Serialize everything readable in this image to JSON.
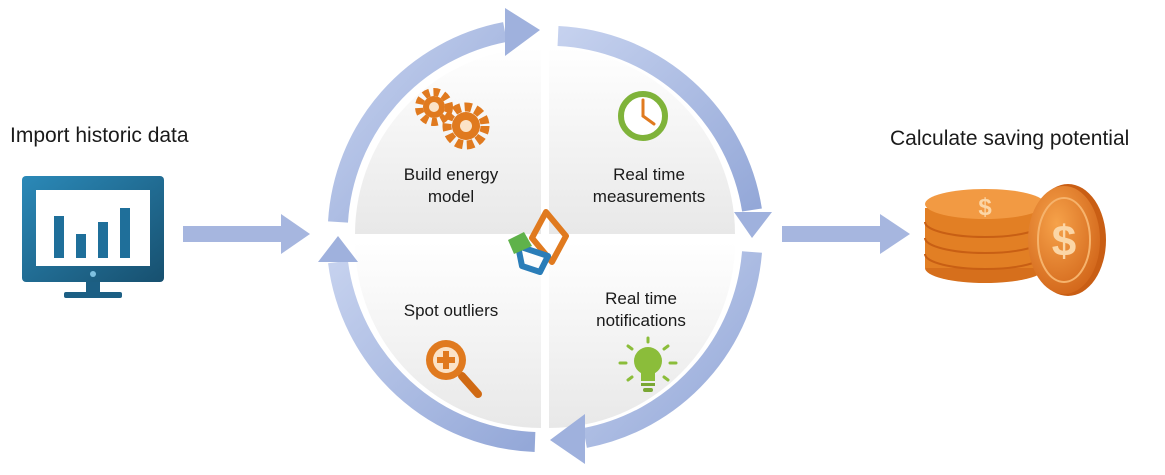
{
  "import_label": "Import historic data",
  "calculate_label": "Calculate saving potential",
  "steps": {
    "build": "Build energy\nmodel",
    "measure": "Real time\nmeasurements",
    "notify": "Real time\nnotifications",
    "outliers": "Spot outliers"
  },
  "colors": {
    "arrow": "#a9b9e0",
    "arrow_dark": "#8ea2d4",
    "quadrant": "#f1f1f1",
    "monitor": "#1f6f9a",
    "orange": "#e07a1f",
    "green": "#8bbd3a"
  },
  "icons": [
    "monitor-chart-icon",
    "gears-icon",
    "clock-icon",
    "lightbulb-icon",
    "magnifier-plus-icon",
    "coins-dollar-icon",
    "logo-icon"
  ]
}
